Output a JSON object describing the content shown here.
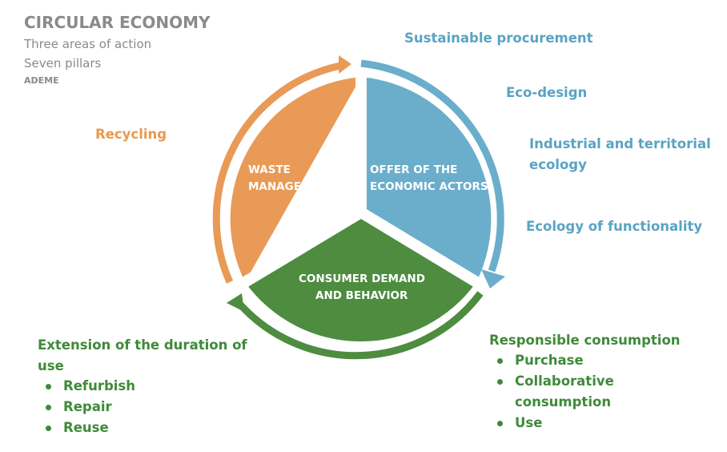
{
  "header": {
    "title": "CIRCULAR ECONOMY",
    "line1": "Three areas of action",
    "line2": "Seven pillars",
    "source": "ADEME"
  },
  "colors": {
    "blue": "#6aaecb",
    "orange": "#e89a56",
    "green": "#4e8c40",
    "blue_text": "#5aa3c3",
    "orange_text": "#e8994f",
    "green_text": "#3f8a3a"
  },
  "segments": {
    "waste": {
      "line1": "WASTE",
      "line2": "MANAGEMENT"
    },
    "offer": {
      "line1": "OFFER OF THE",
      "line2": "ECONOMIC ACTORS"
    },
    "demand": {
      "line1": "CONSUMER DEMAND",
      "line2": "AND BEHAVIOR"
    }
  },
  "pillars": {
    "procurement": "Sustainable procurement",
    "ecodesign": "Eco-design",
    "industrial": {
      "line1": "Industrial and territorial",
      "line2": "ecology"
    },
    "functionality": "Ecology of functionality",
    "recycling": "Recycling",
    "extension": {
      "line1": "Extension of the duration of",
      "line2": "use",
      "items": [
        "Refurbish",
        "Repair",
        "Reuse"
      ]
    },
    "responsible": {
      "title": "Responsible consumption",
      "items": [
        "Purchase",
        "Collaborative",
        "consumption",
        "Use"
      ]
    }
  }
}
